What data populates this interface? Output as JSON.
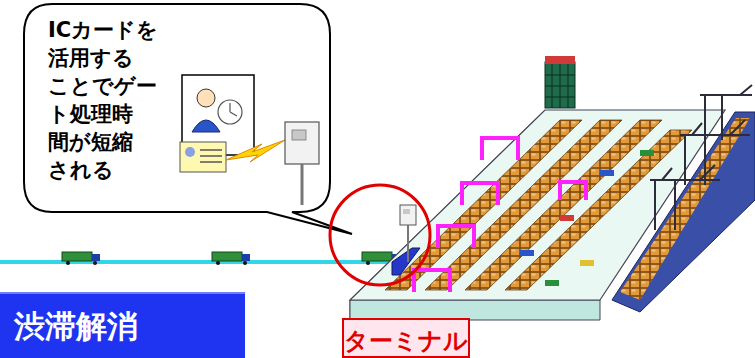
{
  "diagram": {
    "nodes": [
      {
        "text": [
          "ICカードを 活用する ことでゲー ト処理時 間が短縮 される"
        ]
      },
      {
        "text": [
          "渋滞解消"
        ]
      },
      {
        "text": [
          "ターミナル"
        ]
      }
    ]
  }
}
